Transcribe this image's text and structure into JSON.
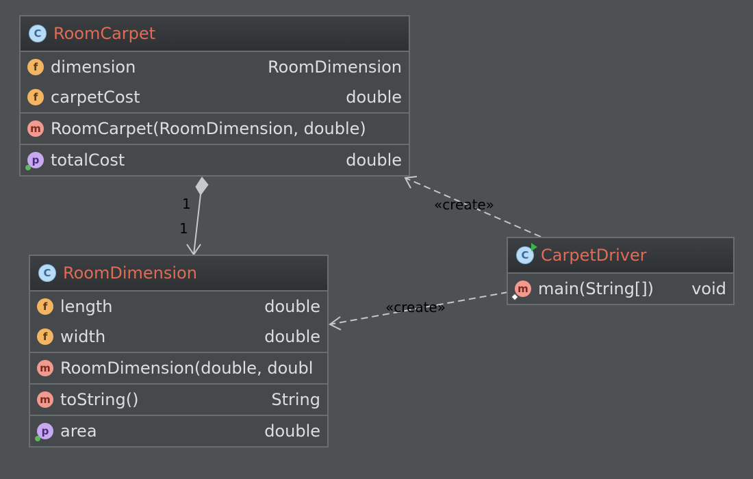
{
  "classes": {
    "room_carpet": {
      "icon": "class-icon",
      "name": "RoomCarpet",
      "fields": [
        {
          "icon": "field-icon",
          "name": "dimension",
          "type": "RoomDimension"
        },
        {
          "icon": "field-icon",
          "name": "carpetCost",
          "type": "double"
        }
      ],
      "methods": [
        {
          "icon": "method-icon",
          "name": "RoomCarpet(RoomDimension, double)",
          "type": ""
        }
      ],
      "properties": [
        {
          "icon": "property-icon",
          "name": "totalCost",
          "type": "double"
        }
      ]
    },
    "room_dimension": {
      "icon": "class-icon",
      "name": "RoomDimension",
      "fields": [
        {
          "icon": "field-icon",
          "name": "length",
          "type": "double"
        },
        {
          "icon": "field-icon",
          "name": "width",
          "type": "double"
        }
      ],
      "methods": [
        {
          "icon": "method-icon",
          "name": "RoomDimension(double, doubl",
          "type": ""
        },
        {
          "icon": "method-icon",
          "name": "toString()",
          "type": "String"
        }
      ],
      "properties": [
        {
          "icon": "property-icon",
          "name": "area",
          "type": "double"
        }
      ]
    },
    "carpet_driver": {
      "icon": "main-class-icon",
      "name": "CarpetDriver",
      "methods": [
        {
          "icon": "static-method-icon",
          "name": "main(String[])",
          "type": "void"
        }
      ]
    }
  },
  "relations": {
    "composition": {
      "source_multiplicity": "1",
      "target_multiplicity": "1"
    },
    "create_room_carpet": {
      "label": "«create»"
    },
    "create_room_dimension": {
      "label": "«create»"
    }
  },
  "badges": {
    "class": "C",
    "field": "f",
    "method": "m",
    "property": "p"
  },
  "colors": {
    "background": "#4e5153",
    "class_name": "#e06b57",
    "member_text": "#dedede",
    "border": "#6b6e70",
    "edge_line": "#c8c8c8",
    "edge_label": "#000000"
  }
}
